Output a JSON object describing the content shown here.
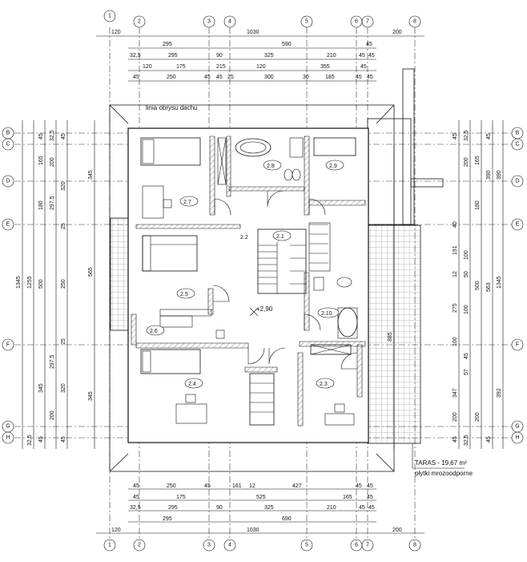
{
  "axes": {
    "columns": [
      "1",
      "2",
      "3",
      "4",
      "5",
      "6",
      "7",
      "8"
    ],
    "rows": [
      "B",
      "C",
      "D",
      "E",
      "F",
      "G",
      "H"
    ]
  },
  "dims_top": {
    "row1": [
      "120",
      "1030",
      "200"
    ],
    "row2": [
      "295",
      "590",
      "45"
    ],
    "row2b": [
      "32,5",
      "295",
      "90",
      "325",
      "210",
      "45",
      "45"
    ],
    "row3": [
      "120",
      "175",
      "215",
      "120",
      "355",
      "45"
    ],
    "row4": [
      "45",
      "250",
      "45",
      "45",
      "25",
      "300",
      "30",
      "185",
      "45",
      "45"
    ]
  },
  "dims_bottom": {
    "row1": [
      "45",
      "250",
      "45",
      "161",
      "12",
      "427",
      "45",
      "45"
    ],
    "row2": [
      "45",
      "175",
      "525",
      "165",
      "45"
    ],
    "row2b": [
      "32,5",
      "295",
      "90",
      "325",
      "210",
      "45",
      "45"
    ],
    "row3": [
      "295",
      "690"
    ],
    "row4": [
      "120",
      "1030",
      "200"
    ]
  },
  "dims_left": {
    "outer": [
      "1345",
      "1255"
    ],
    "col_a": [
      "45",
      "32,5",
      "165",
      "180",
      "297,5",
      "500",
      "297,5",
      "345",
      "45",
      "32,5"
    ],
    "col_b": [
      "45",
      "200",
      "320",
      "25",
      "250",
      "25",
      "320",
      "200",
      "45"
    ],
    "col_c": [
      "345",
      "565",
      "345"
    ]
  },
  "dims_right": {
    "outer": [
      "1345"
    ],
    "col_a": [
      "45",
      "32,5",
      "165",
      "180",
      "40",
      "100",
      "50",
      "12",
      "500",
      "275",
      "100",
      "45",
      "57",
      "347",
      "200",
      "45",
      "32,5"
    ],
    "col_b": [
      "45",
      "200",
      "390",
      "191",
      "100",
      "563",
      "200",
      "45"
    ],
    "col_c": [
      "390",
      "392",
      "885"
    ]
  },
  "rooms": [
    {
      "id": "2.1"
    },
    {
      "id": "2.2"
    },
    {
      "id": "2.3"
    },
    {
      "id": "2.4"
    },
    {
      "id": "2.5"
    },
    {
      "id": "2.6"
    },
    {
      "id": "2.7"
    },
    {
      "id": "2.8"
    },
    {
      "id": "2.9"
    },
    {
      "id": "2.10"
    }
  ],
  "labels": {
    "roof_outline": "linia obrysu dachu",
    "level": "+2,90",
    "terrace": "TARAS - 19,67 m²",
    "terrace_note": "płytki mrozoodporne"
  }
}
